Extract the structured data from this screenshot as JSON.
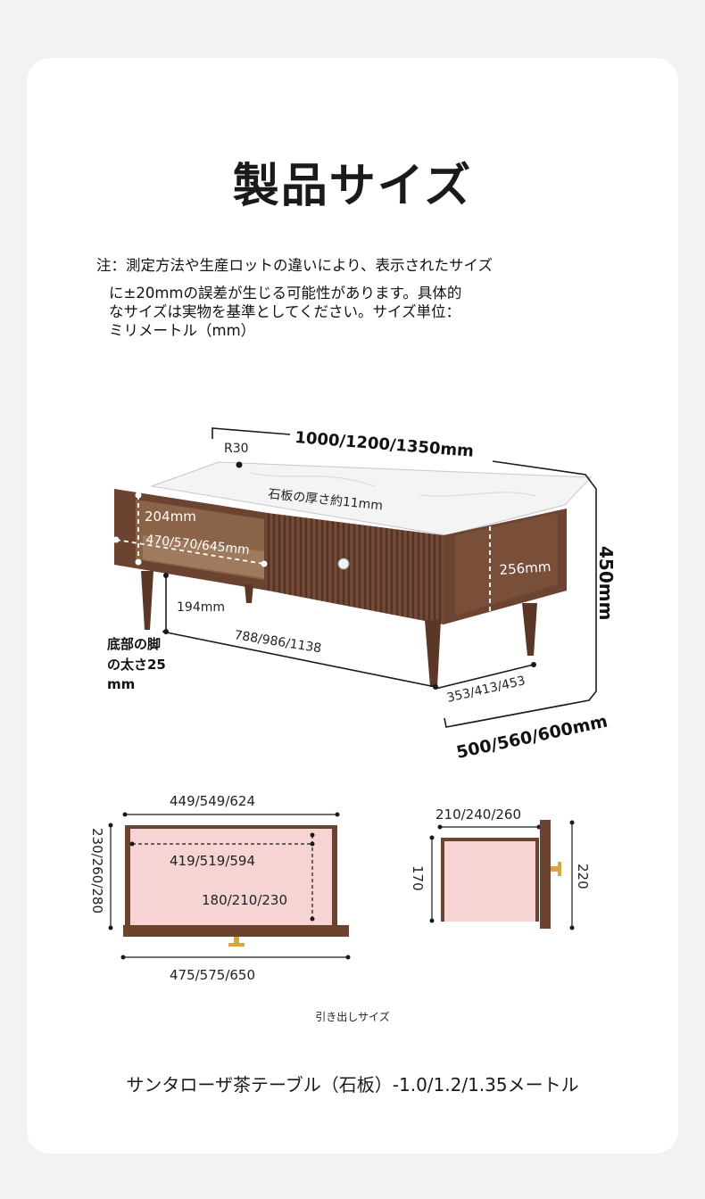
{
  "title": "製品サイズ",
  "note": {
    "line1": "注：測定方法や生産ロットの違いにより、表示されたサイズ",
    "line2": "に±20mmの誤差が生じる可能性があります。具体的",
    "line3": "なサイズは実物を基準としてください。サイズ単位：",
    "line4": "ミリメートル（mm）"
  },
  "table_dims": {
    "radius": "R30",
    "length": "1000/1200/1350mm",
    "top_thickness": "石板の厚さ約11mm",
    "open_height": "204mm",
    "inner_length": "470/570/645mm",
    "side_height": "256mm",
    "total_height": "450mm",
    "leg_clearance": "194mm",
    "leg_length_span": "788/986/1138",
    "leg_note_1": "底部の脚",
    "leg_note_2": "の太さ25",
    "leg_note_3": "mm",
    "leg_depth_span": "353/413/453",
    "depth": "500/560/600mm"
  },
  "drawer_front": {
    "top_width": "449/549/624",
    "height": "230/260/280",
    "inner_width": "419/519/594",
    "inner_depth": "180/210/230",
    "bottom_width": "475/575/650"
  },
  "drawer_side": {
    "top_width": "210/240/260",
    "inner_height": "170",
    "outer_height": "220"
  },
  "colors": {
    "walnut": "#6b4330",
    "walnut_dark": "#4e2f20",
    "drawer_pink": "#f7d4d4",
    "handle_gold": "#d9a441",
    "dash_white": "#ffffff"
  },
  "caption": "引き出しサイズ",
  "product_name": "サンタローザ茶テーブル（石板）-1.0/1.2/1.35メートル"
}
